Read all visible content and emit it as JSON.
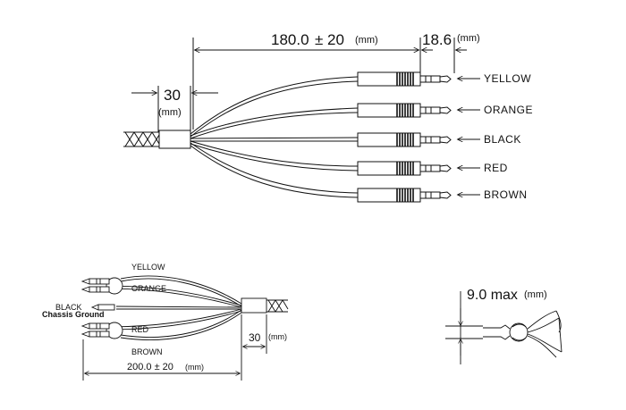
{
  "top_drawing": {
    "dim_length": "180.0",
    "dim_tolerance": "± 20",
    "dim_length_unit": "(mm)",
    "dim_plug": "18.6",
    "dim_plug_unit": "(mm)",
    "dim_sleeve": "30",
    "dim_sleeve_unit": "(mm)",
    "wires": [
      "YELLOW",
      "ORANGE",
      "BLACK",
      "RED",
      "BROWN"
    ]
  },
  "bottom_left_drawing": {
    "wire_yellow": "YELLOW",
    "wire_orange": "ORANGE",
    "wire_black": "BLACK",
    "chassis_ground": "Chassis Ground",
    "wire_red": "RED",
    "wire_brown": "BROWN",
    "dim_sleeve": "30",
    "dim_sleeve_unit": "(mm)",
    "dim_length": "200.0 ± 20",
    "dim_length_unit": "(mm)"
  },
  "bottom_right_drawing": {
    "dim_max": "9.0 max",
    "dim_max_unit": "(mm)"
  }
}
